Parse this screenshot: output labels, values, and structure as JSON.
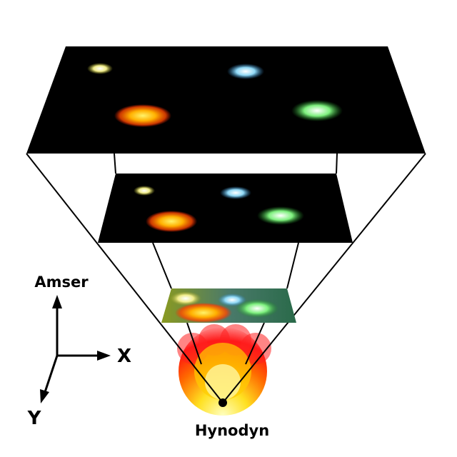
{
  "labels": {
    "time_axis": "Amser",
    "x_axis": "X",
    "y_axis": "Y",
    "singularity": "Hynodyn"
  },
  "colors": {
    "plane": "#000000",
    "line": "#000000",
    "galaxy_yellow": "#f4f08a",
    "galaxy_blue": "#7fd0f0",
    "galaxy_orange": "#ff9a00",
    "galaxy_green": "#6fe07a"
  }
}
